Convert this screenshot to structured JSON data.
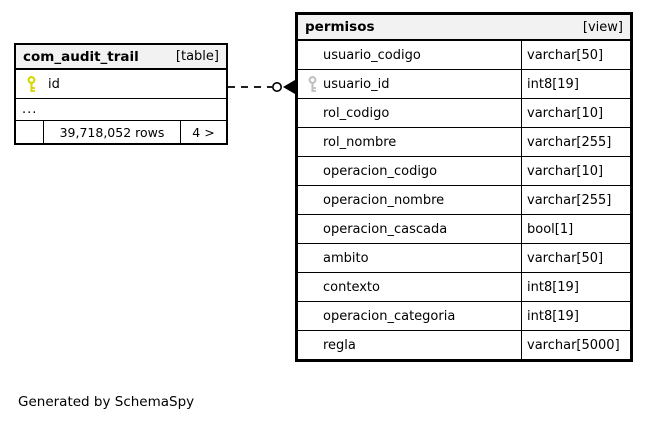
{
  "footer_note": "Generated by SchemaSpy",
  "left_table": {
    "name": "com_audit_trail",
    "kind_label": "[table]",
    "primary_key_column": {
      "name": "id",
      "key": "primary"
    },
    "ellipsis_label": "...",
    "stats": {
      "row_count_label": "39,718,052 rows",
      "more_label": "4 >"
    }
  },
  "right_table": {
    "name": "permisos",
    "kind_label": "[view]",
    "columns": [
      {
        "name": "usuario_codigo",
        "type": "varchar[50]"
      },
      {
        "name": "usuario_id",
        "type": "int8[19]",
        "key": "foreign"
      },
      {
        "name": "rol_codigo",
        "type": "varchar[10]"
      },
      {
        "name": "rol_nombre",
        "type": "varchar[255]"
      },
      {
        "name": "operacion_codigo",
        "type": "varchar[10]"
      },
      {
        "name": "operacion_nombre",
        "type": "varchar[255]"
      },
      {
        "name": "operacion_cascada",
        "type": "bool[1]"
      },
      {
        "name": "ambito",
        "type": "varchar[50]"
      },
      {
        "name": "contexto",
        "type": "int8[19]"
      },
      {
        "name": "operacion_categoria",
        "type": "int8[19]"
      },
      {
        "name": "regla",
        "type": "varchar[5000]"
      }
    ]
  },
  "relationship": {
    "from_column": "id",
    "to_column": "usuario_id",
    "line_style": "dashed",
    "end_notation": "zero-or-many"
  },
  "colors": {
    "border": "#000000",
    "header_bg": "#f2f2f2",
    "row_bg": "#ffffff",
    "primary_key_icon": "#d6d600",
    "foreign_key_icon": "#c0c0c0",
    "text": "#000000"
  }
}
